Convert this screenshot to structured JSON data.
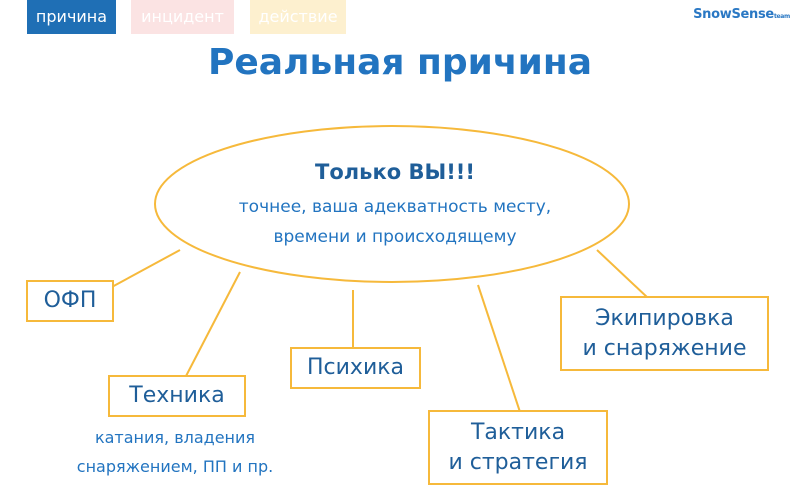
{
  "tabs": [
    {
      "label": "причина"
    },
    {
      "label": "инцидент"
    },
    {
      "label": "действие"
    }
  ],
  "logo": {
    "main": "SnowSense",
    "sub": "team"
  },
  "title": "Реальная причина",
  "center": {
    "heading": "Только ВЫ!!!",
    "line1": "точнее, ваша адекватность месту,",
    "line2": "времени и происходящему"
  },
  "nodes": {
    "ofp": "ОФП",
    "technique": "Техника",
    "technique_note1": "катания, владения",
    "technique_note2": "снаряжением, ПП и пр.",
    "psyche": "Психика",
    "tactics1": "Тактика",
    "tactics2": "и стратегия",
    "equipment1": "Экипировка",
    "equipment2": "и снаряжение"
  },
  "colors": {
    "accent_blue": "#2274c0",
    "connector_yellow": "#f6b93b"
  }
}
